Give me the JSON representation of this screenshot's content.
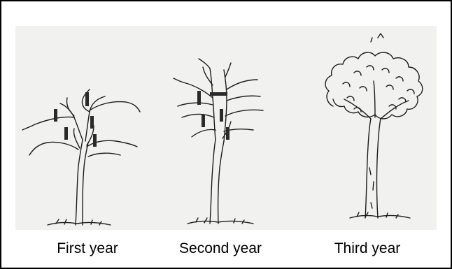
{
  "captions": {
    "first": "First year",
    "second": "Second year",
    "third": "Third year"
  },
  "colors": {
    "ink": "#1c1c1c",
    "cut_mark": "#2a2a2a",
    "paper": "#f1f1ef",
    "border": "#000000"
  },
  "icons": {
    "tree_first_year": "young-tree-with-cut-marks",
    "tree_second_year": "pruned-tree-with-cut-marks",
    "tree_third_year": "mature-tree-with-canopy"
  }
}
